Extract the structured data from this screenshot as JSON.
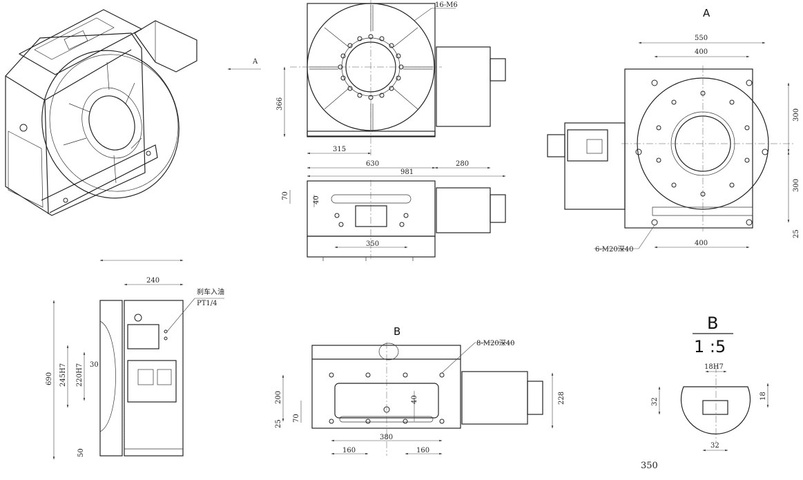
{
  "views": {
    "iso": {},
    "front": {
      "arrow_label": "A",
      "holes_callout": "16-M6",
      "dim_height": "366",
      "dim_half": "315",
      "dim_width": "630",
      "dim_total": "981",
      "dim_motor": "280"
    },
    "top": {
      "dim_70": "70",
      "dim_40": "40",
      "dim_350": "350"
    },
    "view_a": {
      "title": "A",
      "dim_550": "550",
      "dim_400_top": "400",
      "dim_300_upper": "300",
      "dim_300_lower": "300",
      "dim_25": "25",
      "dim_400_bottom": "400",
      "callout": "6-M20深40"
    },
    "side": {
      "dim_240": "240",
      "callout_line1": "刹车入油",
      "callout_line2": "PT1/4",
      "dim_690": "690",
      "dim_245": "245H7",
      "dim_220": "220H7",
      "dim_30": "30",
      "dim_50": "50"
    },
    "view_b": {
      "title": "B",
      "callout": "8-M20深40",
      "dim_200": "200",
      "dim_25": "25",
      "dim_70": "70",
      "dim_40": "40",
      "dim_380": "380",
      "dim_160_left": "160",
      "dim_160_right": "160",
      "dim_228": "228"
    },
    "detail_b": {
      "title": "B",
      "scale": "1 :5",
      "dim_18h7": "18H7",
      "dim_32_left": "32",
      "dim_18": "18",
      "dim_32_bottom": "32",
      "footer": "350"
    }
  }
}
